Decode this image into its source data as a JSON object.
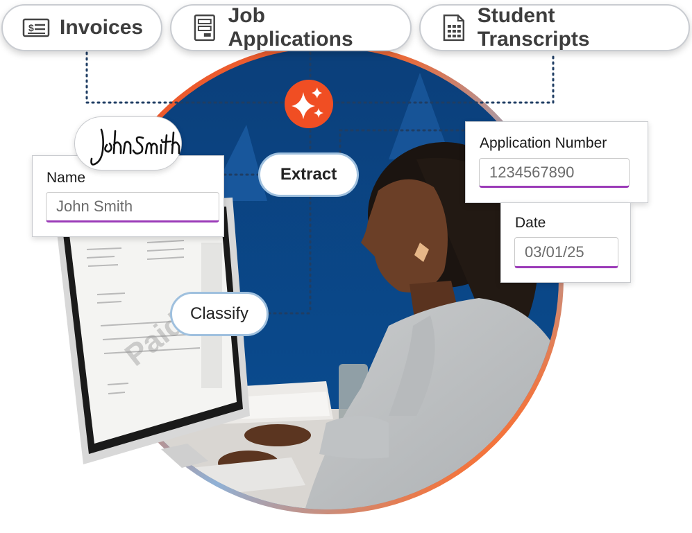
{
  "document_types": [
    {
      "label": "Invoices",
      "icon": "invoice-icon"
    },
    {
      "label": "Job Applications",
      "icon": "application-form-icon"
    },
    {
      "label": "Student Transcripts",
      "icon": "transcript-icon"
    }
  ],
  "actions": {
    "extract": "Extract",
    "classify": "Classify"
  },
  "ai_badge_icon": "sparkle-icon",
  "signature_text": "John Smith",
  "fields": {
    "name": {
      "label": "Name",
      "value": "John Smith"
    },
    "application_number": {
      "label": "Application Number",
      "value": "1234567890"
    },
    "date": {
      "label": "Date",
      "value": "03/01/25"
    }
  },
  "screen_watermark": "Paid",
  "colors": {
    "brand_orange": "#f04e23",
    "brand_blue": "#0a4a8c",
    "input_underline": "#9b3bb8"
  }
}
